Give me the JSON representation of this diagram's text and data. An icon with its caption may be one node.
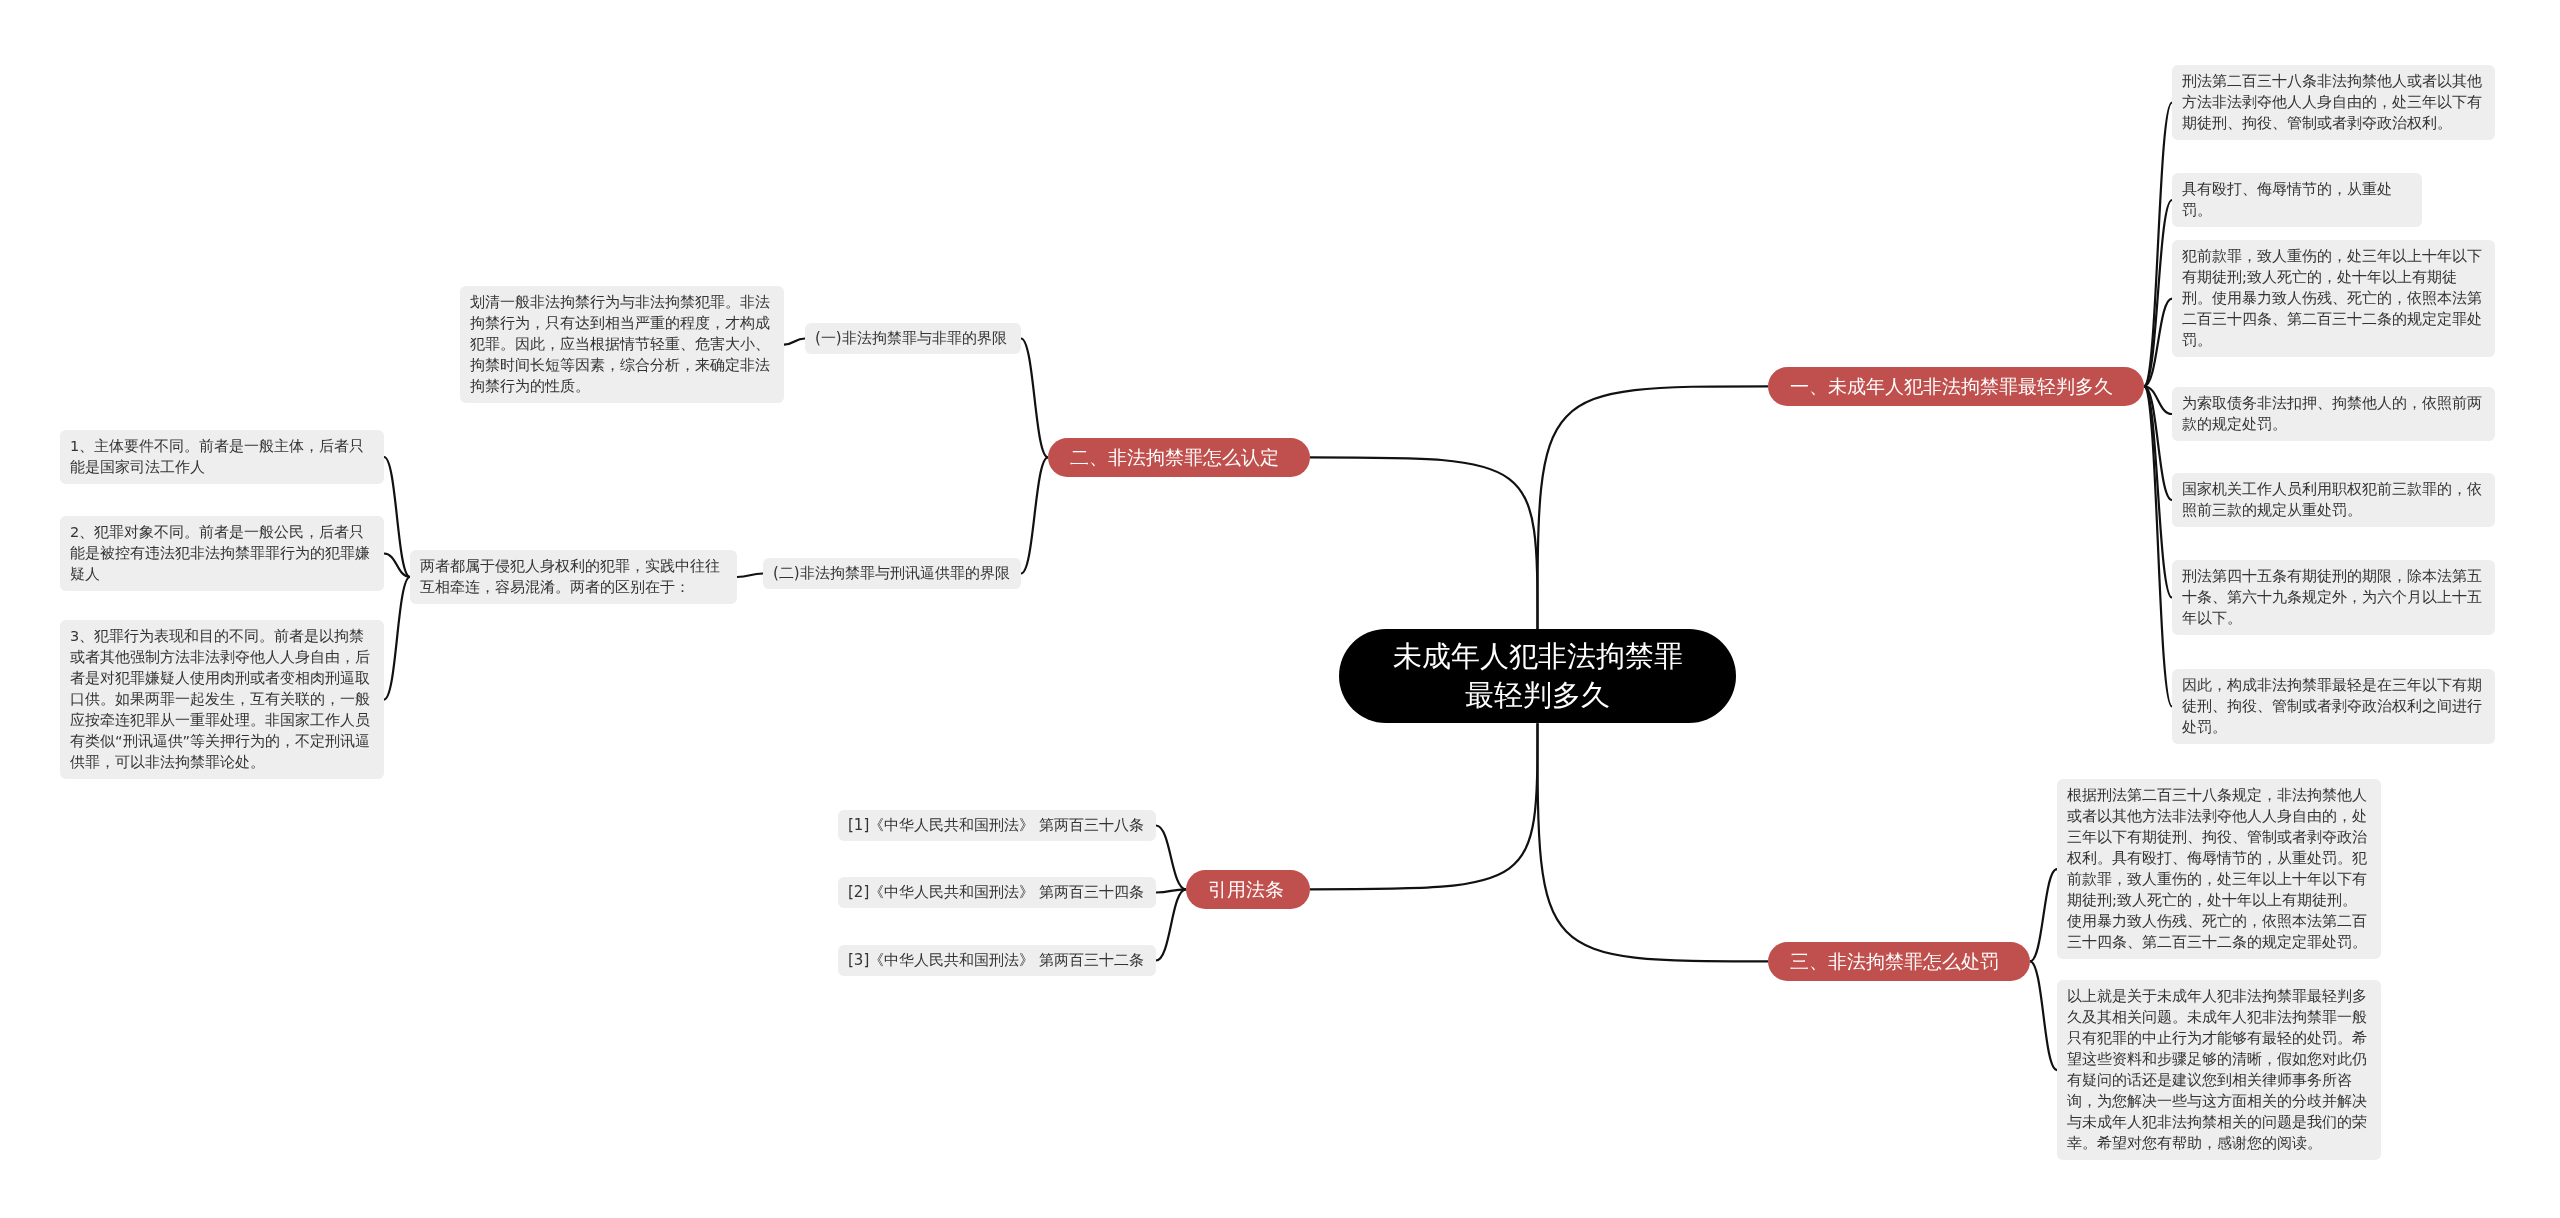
{
  "diagram": {
    "nodes": [
      {
        "text": [
          "未成年人犯非法拘禁罪最轻判多久"
        ]
      },
      {
        "text": [
          "一、未成年人犯非法拘禁罪最轻判多久"
        ]
      },
      {
        "text": [
          "刑法第二百三十八条非法拘禁他人或者以其他方法非法剥夺他人人身自由的，处三年以下有期徒刑、拘役、管制或者剥夺政治权利。"
        ]
      },
      {
        "text": [
          "具有殴打、侮辱情节的，从重处罚。"
        ]
      },
      {
        "text": [
          "犯前款罪，致人重伤的，处三年以上十年以下有期徒刑;致人死亡的，处十年以上有期徒刑。使用暴力致人伤残、死亡的，依照本法第二百三十四条、第二百三十二条的规定定罪处罚。"
        ]
      },
      {
        "text": [
          "为索取债务非法扣押、拘禁他人的，依照前两款的规定处罚。"
        ]
      },
      {
        "text": [
          "国家机关工作人员利用职权犯前三款罪的，依照前三款的规定从重处罚。"
        ]
      },
      {
        "text": [
          "刑法第四十五条有期徒刑的期限，除本法第五十条、第六十九条规定外，为六个月以上十五年以下。"
        ]
      },
      {
        "text": [
          "因此，构成非法拘禁罪最轻是在三年以下有期徒刑、拘役、管制或者剥夺政治权利之间进行处罚。"
        ]
      },
      {
        "text": [
          "二、非法拘禁罪怎么认定"
        ]
      },
      {
        "text": [
          "(一)非法拘禁罪与非罪的界限"
        ]
      },
      {
        "text": [
          "划清一般非法拘禁行为与非法拘禁犯罪。非法拘禁行为，只有达到相当严重的程度，才构成犯罪。因此，应当根据情节轻重、危害大小、拘禁时间长短等因素，综合分析，来确定非法拘禁行为的性质。"
        ]
      },
      {
        "text": [
          "(二)非法拘禁罪与刑讯逼供罪的界限"
        ]
      },
      {
        "text": [
          "两者都属于侵犯人身权利的犯罪，实践中往往互相牵连，容易混淆。两者的区别在于："
        ]
      },
      {
        "text": [
          "1、主体要件不同。前者是一般主体，后者只能是国家司法工作人"
        ]
      },
      {
        "text": [
          "2、犯罪对象不同。前者是一般公民，后者只能是被控有违法犯非法拘禁罪罪行为的犯罪嫌疑人"
        ]
      },
      {
        "text": [
          "3、犯罪行为表现和目的不同。前者是以拘禁或者其他强制方法非法剥夺他人人身自由，后者是对犯罪嫌疑人使用肉刑或者变相肉刑逼取口供。如果两罪一起发生，互有关联的，一般应按牵连犯罪从一重罪处理。非国家工作人员有类似“刑讯逼供”等关押行为的，不定刑讯逼供罪，可以非法拘禁罪论处。"
        ]
      },
      {
        "text": [
          "引用法条"
        ]
      },
      {
        "text": [
          "[1]《中华人民共和国刑法》 第两百三十八条"
        ]
      },
      {
        "text": [
          "[2]《中华人民共和国刑法》 第两百三十四条"
        ]
      },
      {
        "text": [
          "[3]《中华人民共和国刑法》 第两百三十二条"
        ]
      },
      {
        "text": [
          "三、非法拘禁罪怎么处罚"
        ]
      },
      {
        "text": [
          "根据刑法第二百三十八条规定，非法拘禁他人或者以其他方法非法剥夺他人人身自由的，处三年以下有期徒刑、拘役、管制或者剥夺政治权利。具有殴打、侮辱情节的，从重处罚。犯前款罪，致人重伤的，处三年以上十年以下有期徒刑;致人死亡的，处十年以上有期徒刑。使用暴力致人伤残、死亡的，依照本法第二百三十四条、第二百三十二条的规定定罪处罚。"
        ]
      },
      {
        "text": [
          "以上就是关于未成年人犯非法拘禁罪最轻判多久及其相关问题。未成年人犯非法拘禁罪一般只有犯罪的中止行为才能够有最轻的处罚。希望这些资料和步骤足够的清晰，假如您对此仍有疑问的话还是建议您到相关律师事务所咨询，为您解决一些与这方面相关的分歧并解决与未成年人犯非法拘禁相关的问题是我们的荣幸。希望对您有帮助，感谢您的阅读。"
        ]
      }
    ],
    "edges": [
      {
        "from": 0,
        "to": 1,
        "arrow": "none"
      },
      {
        "from": 1,
        "to": 2,
        "arrow": "none"
      },
      {
        "from": 1,
        "to": 3,
        "arrow": "none"
      },
      {
        "from": 1,
        "to": 4,
        "arrow": "none"
      },
      {
        "from": 1,
        "to": 5,
        "arrow": "none"
      },
      {
        "from": 1,
        "to": 6,
        "arrow": "none"
      },
      {
        "from": 1,
        "to": 7,
        "arrow": "none"
      },
      {
        "from": 1,
        "to": 8,
        "arrow": "none"
      },
      {
        "from": 0,
        "to": 9,
        "arrow": "none"
      },
      {
        "from": 9,
        "to": 10,
        "arrow": "none"
      },
      {
        "from": 10,
        "to": 11,
        "arrow": "none"
      },
      {
        "from": 9,
        "to": 12,
        "arrow": "none"
      },
      {
        "from": 12,
        "to": 13,
        "arrow": "none"
      },
      {
        "from": 13,
        "to": 14,
        "arrow": "none"
      },
      {
        "from": 13,
        "to": 15,
        "arrow": "none"
      },
      {
        "from": 13,
        "to": 16,
        "arrow": "none"
      },
      {
        "from": 0,
        "to": 17,
        "arrow": "none"
      },
      {
        "from": 17,
        "to": 18,
        "arrow": "none"
      },
      {
        "from": 17,
        "to": 19,
        "arrow": "none"
      },
      {
        "from": 17,
        "to": 20,
        "arrow": "none"
      },
      {
        "from": 0,
        "to": 21,
        "arrow": "none"
      },
      {
        "from": 21,
        "to": 22,
        "arrow": "none"
      },
      {
        "from": 21,
        "to": 23,
        "arrow": "none"
      }
    ]
  }
}
